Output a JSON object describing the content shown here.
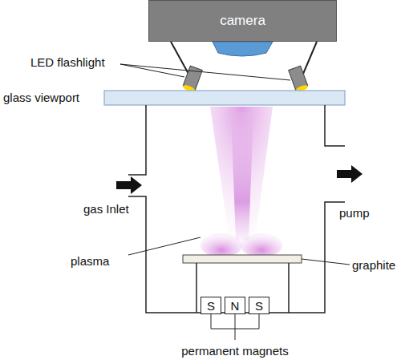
{
  "diagram": {
    "nodes": [
      {
        "text": [
          "camera"
        ]
      },
      {
        "text": [
          "S"
        ]
      },
      {
        "text": [
          "N"
        ]
      },
      {
        "text": [
          "S"
        ]
      }
    ],
    "labels": [
      "LED flashlight",
      "glass viewport",
      "gas Inlet",
      "pump",
      "plasma",
      "graphite",
      "permanent magnets"
    ]
  }
}
